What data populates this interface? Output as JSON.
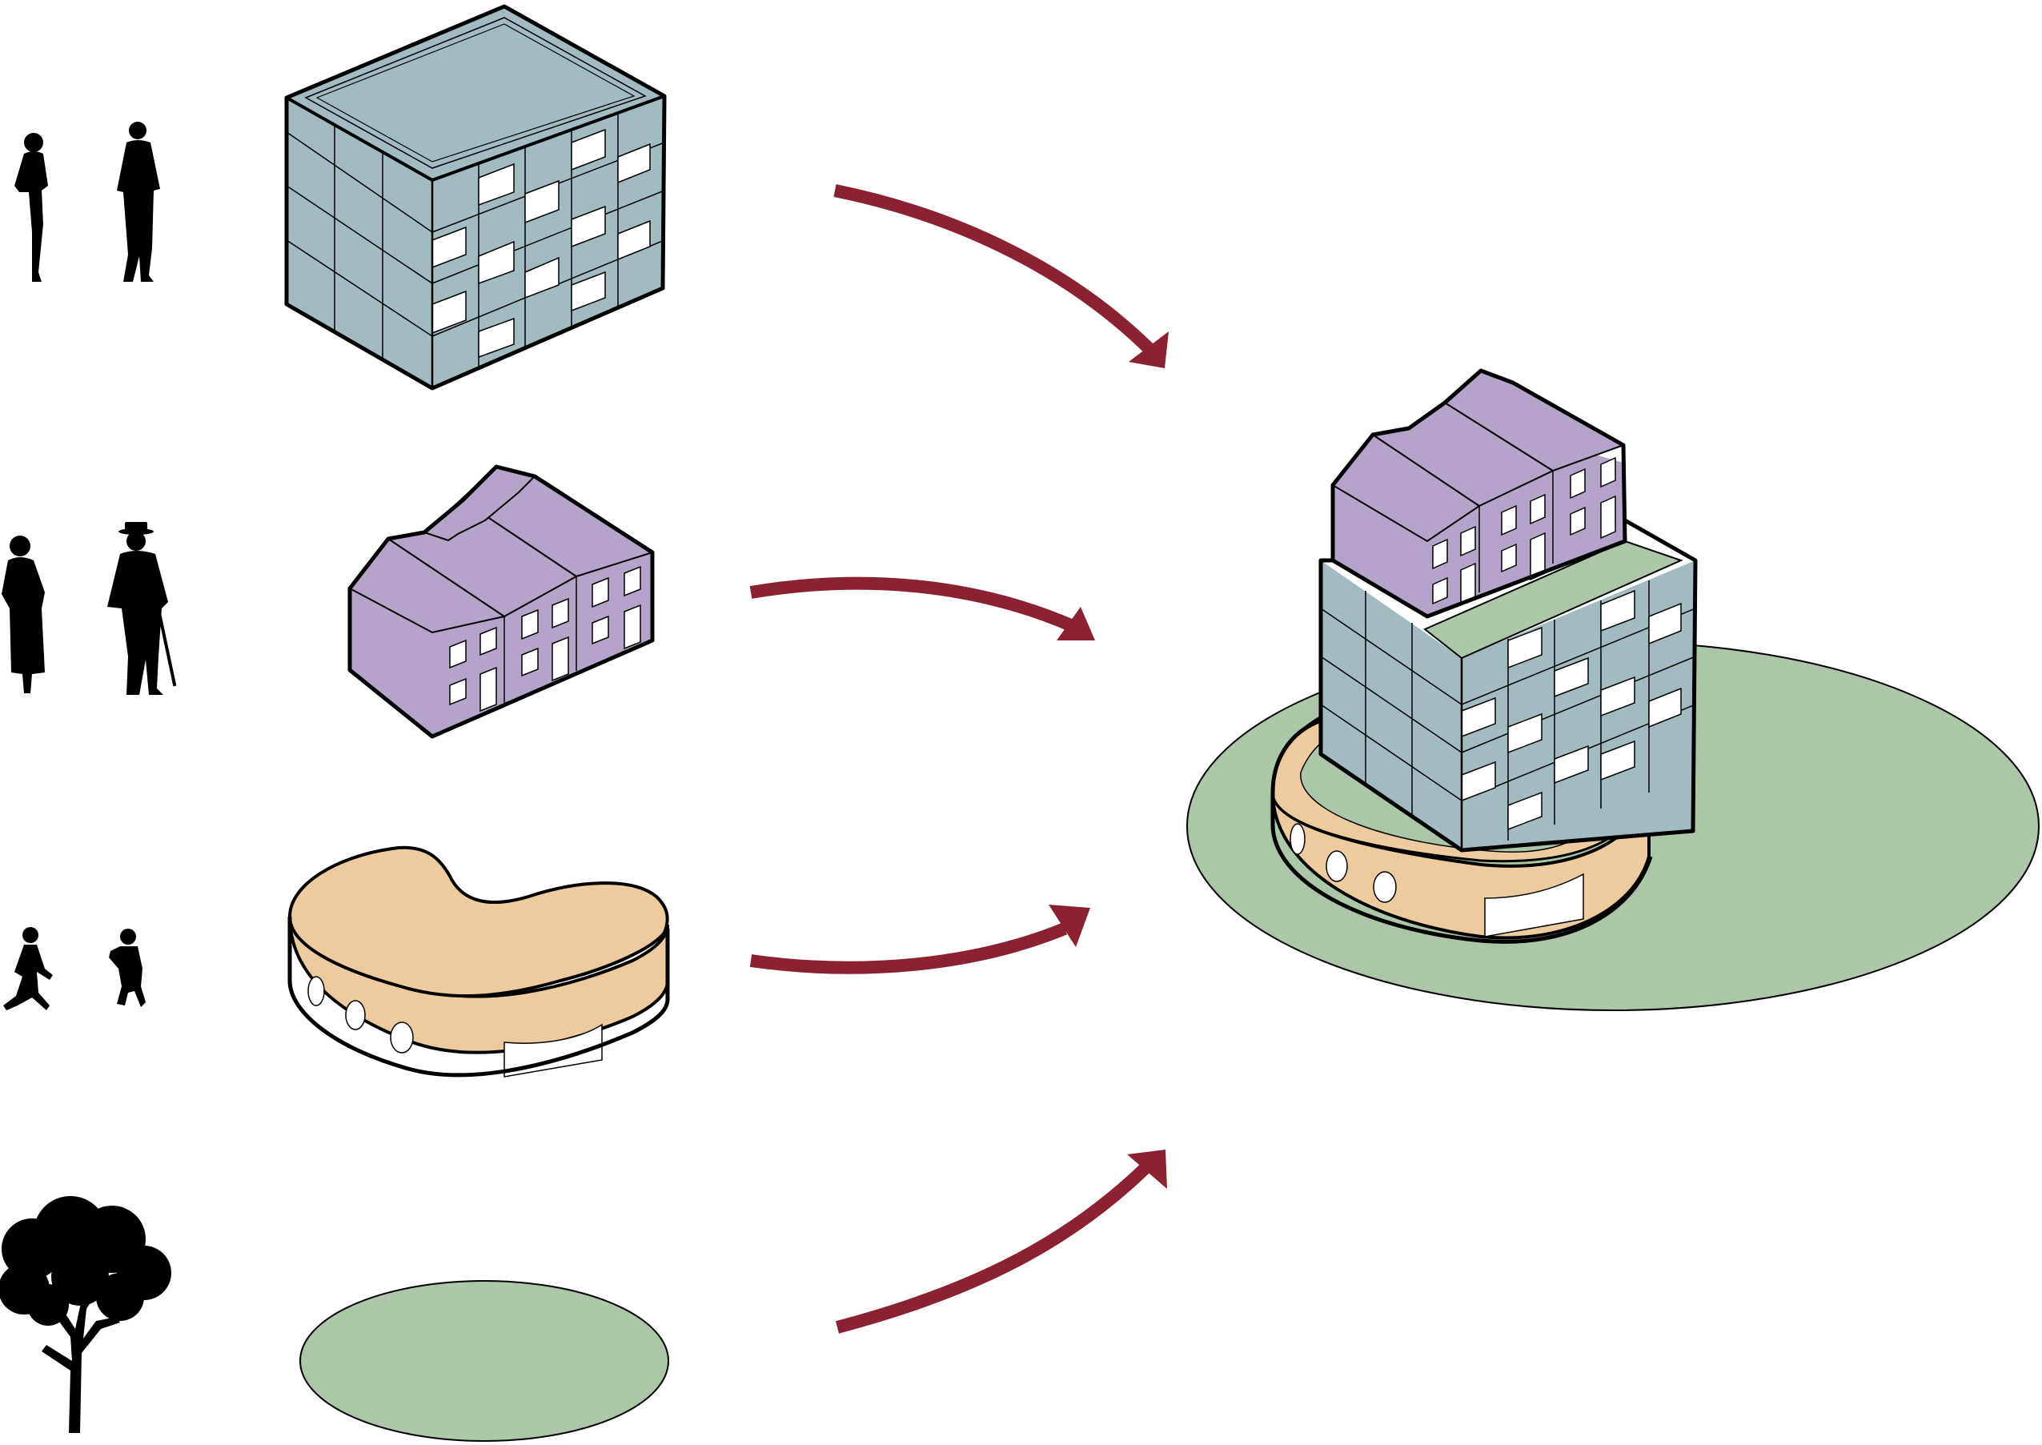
{
  "diagram": {
    "kind": "building-program-combination",
    "colors": {
      "apartment": "#a2bbc2",
      "townhouse": "#b6a3c9",
      "daycare": "#eecb9f",
      "green": "#acc7a7",
      "arrow": "#8b2232",
      "window": "#ffffff",
      "silhouette": "#000000"
    },
    "rows": [
      {
        "users": [
          "woman-silhouette",
          "man-silhouette"
        ],
        "program": "apartment-block"
      },
      {
        "users": [
          "elderly-woman-silhouette",
          "elderly-man-with-cane-silhouette"
        ],
        "program": "townhouses"
      },
      {
        "users": [
          "running-child-silhouette",
          "toddler-silhouette"
        ],
        "program": "daycare"
      },
      {
        "users": [
          "tree-silhouette"
        ],
        "program": "green-space"
      }
    ],
    "result": "combined-building"
  }
}
